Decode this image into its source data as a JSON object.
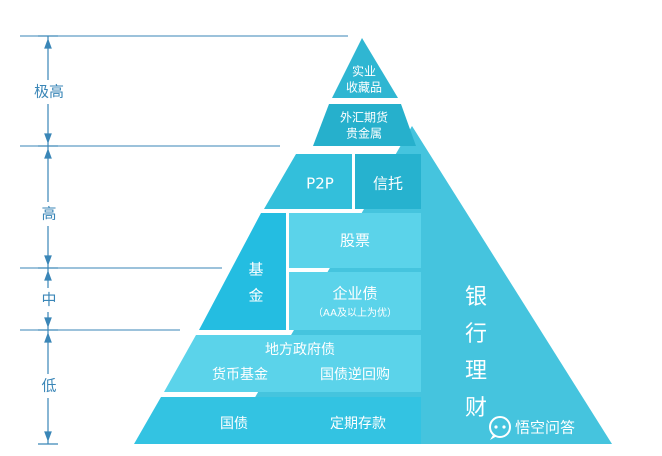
{
  "colors": {
    "bank_triangle": "#45c4de",
    "tier_light": "#5bd3ea",
    "tier_mid": "#33c3e2",
    "tier_dark": "#21b0cc",
    "axis": "#3a86b7",
    "text": "#ffffff"
  },
  "risk_levels": [
    "极高",
    "高",
    "中",
    "低"
  ],
  "tiers": {
    "collectibles": {
      "line1": "实业",
      "line2": "收藏品"
    },
    "forex": {
      "line1": "外汇期货",
      "line2": "贵金属"
    },
    "p2p": "P2P",
    "trust": "信托",
    "fund": {
      "line1": "基",
      "line2": "金"
    },
    "stocks": "股票",
    "corporate_bonds": {
      "label": "企业债",
      "note": "（AA及以上为优）"
    },
    "low_upper": {
      "line1": "地方政府债",
      "left": "货币基金",
      "right": "国债逆回购"
    },
    "low_bottom": {
      "left": "国债",
      "right": "定期存款"
    }
  },
  "bank_wealth": [
    "银",
    "行",
    "理",
    "财"
  ],
  "watermark": {
    "icon": "chat-bubble-icon",
    "text": "悟空问答"
  }
}
